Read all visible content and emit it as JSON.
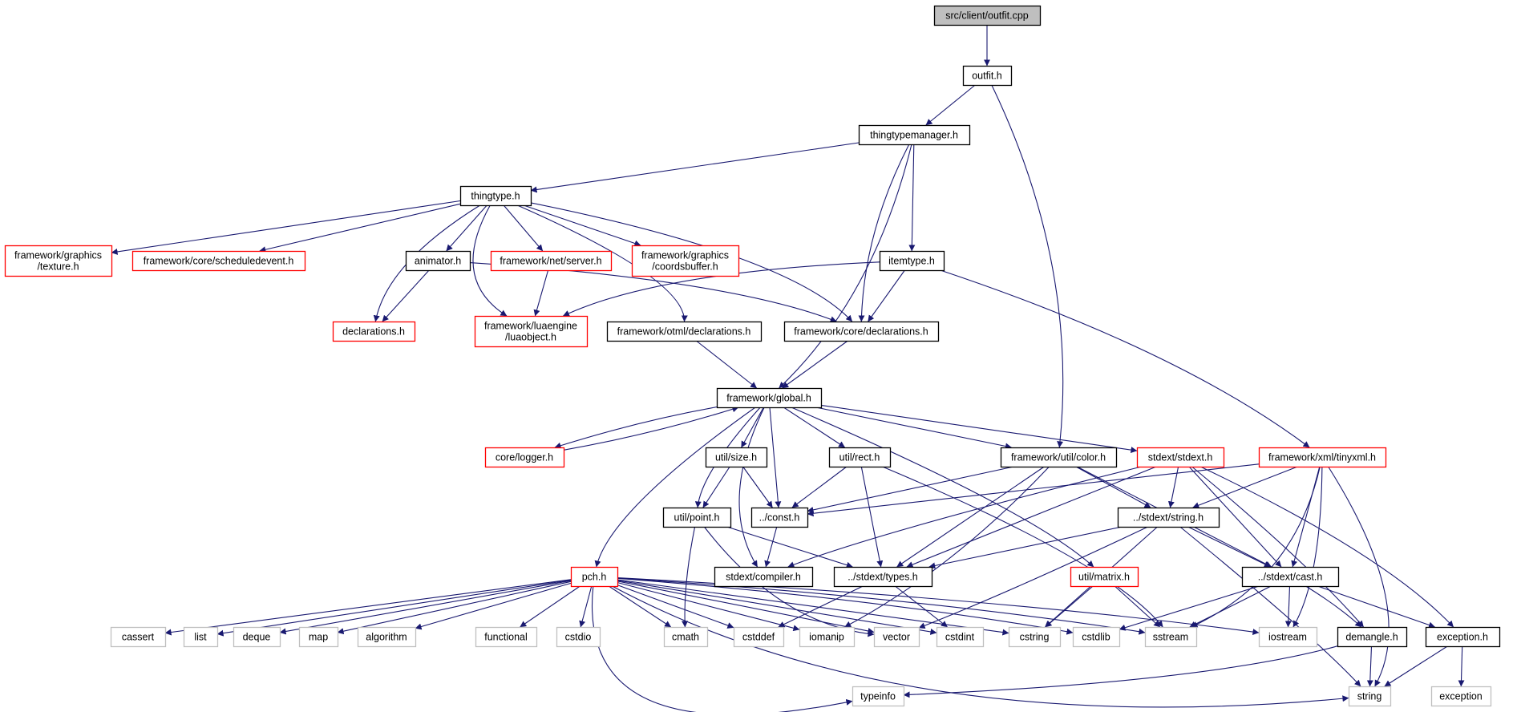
{
  "diagram": {
    "colors": {
      "edge": "#191970",
      "root_fill": "#bfbfbf",
      "normal_border": "#000000",
      "truncated_border": "#ff0000",
      "system_border": "#bfbfbf",
      "system_text": "#7f7f7f"
    },
    "nodes": [
      {
        "id": "outfit_cpp",
        "label": "src/client/outfit.cpp",
        "kind": "root"
      },
      {
        "id": "outfit_h",
        "label": "outfit.h",
        "kind": "normal"
      },
      {
        "id": "thingtypemanager_h",
        "label": "thingtypemanager.h",
        "kind": "normal"
      },
      {
        "id": "thingtype_h",
        "label": "thingtype.h",
        "kind": "normal"
      },
      {
        "id": "fw_graphics_texture",
        "label": "framework/graphics\n/texture.h",
        "kind": "truncated"
      },
      {
        "id": "fw_core_scheduledevent",
        "label": "framework/core/scheduledevent.h",
        "kind": "truncated"
      },
      {
        "id": "animator_h",
        "label": "animator.h",
        "kind": "normal"
      },
      {
        "id": "fw_net_server",
        "label": "framework/net/server.h",
        "kind": "truncated"
      },
      {
        "id": "fw_graphics_coordsbuffer",
        "label": "framework/graphics\n/coordsbuffer.h",
        "kind": "truncated"
      },
      {
        "id": "itemtype_h",
        "label": "itemtype.h",
        "kind": "normal"
      },
      {
        "id": "declarations_h",
        "label": "declarations.h",
        "kind": "truncated"
      },
      {
        "id": "fw_luaengine_luaobject",
        "label": "framework/luaengine\n/luaobject.h",
        "kind": "truncated"
      },
      {
        "id": "fw_otml_declarations",
        "label": "framework/otml/declarations.h",
        "kind": "normal"
      },
      {
        "id": "fw_core_declarations",
        "label": "framework/core/declarations.h",
        "kind": "normal"
      },
      {
        "id": "fw_global",
        "label": "framework/global.h",
        "kind": "normal"
      },
      {
        "id": "core_logger",
        "label": "core/logger.h",
        "kind": "truncated"
      },
      {
        "id": "util_size",
        "label": "util/size.h",
        "kind": "normal"
      },
      {
        "id": "util_rect",
        "label": "util/rect.h",
        "kind": "normal"
      },
      {
        "id": "fw_util_color",
        "label": "framework/util/color.h",
        "kind": "normal"
      },
      {
        "id": "stdext_stdext",
        "label": "stdext/stdext.h",
        "kind": "truncated"
      },
      {
        "id": "fw_xml_tinyxml",
        "label": "framework/xml/tinyxml.h",
        "kind": "truncated"
      },
      {
        "id": "util_point",
        "label": "util/point.h",
        "kind": "normal"
      },
      {
        "id": "const_h",
        "label": "../const.h",
        "kind": "normal"
      },
      {
        "id": "stdext_string",
        "label": "../stdext/string.h",
        "kind": "normal"
      },
      {
        "id": "pch_h",
        "label": "pch.h",
        "kind": "truncated"
      },
      {
        "id": "stdext_compiler",
        "label": "stdext/compiler.h",
        "kind": "normal"
      },
      {
        "id": "stdext_types",
        "label": "../stdext/types.h",
        "kind": "normal"
      },
      {
        "id": "util_matrix",
        "label": "util/matrix.h",
        "kind": "truncated"
      },
      {
        "id": "stdext_cast",
        "label": "../stdext/cast.h",
        "kind": "normal"
      },
      {
        "id": "cassert",
        "label": "cassert",
        "kind": "system"
      },
      {
        "id": "list",
        "label": "list",
        "kind": "system"
      },
      {
        "id": "deque",
        "label": "deque",
        "kind": "system"
      },
      {
        "id": "map",
        "label": "map",
        "kind": "system"
      },
      {
        "id": "algorithm",
        "label": "algorithm",
        "kind": "system"
      },
      {
        "id": "functional",
        "label": "functional",
        "kind": "system"
      },
      {
        "id": "cstdio",
        "label": "cstdio",
        "kind": "system"
      },
      {
        "id": "cmath",
        "label": "cmath",
        "kind": "system"
      },
      {
        "id": "cstddef",
        "label": "cstddef",
        "kind": "system"
      },
      {
        "id": "iomanip",
        "label": "iomanip",
        "kind": "system"
      },
      {
        "id": "vector",
        "label": "vector",
        "kind": "system"
      },
      {
        "id": "cstdint",
        "label": "cstdint",
        "kind": "system"
      },
      {
        "id": "cstring",
        "label": "cstring",
        "kind": "system"
      },
      {
        "id": "cstdlib",
        "label": "cstdlib",
        "kind": "system"
      },
      {
        "id": "sstream",
        "label": "sstream",
        "kind": "system"
      },
      {
        "id": "iostream",
        "label": "iostream",
        "kind": "system"
      },
      {
        "id": "demangle_h",
        "label": "demangle.h",
        "kind": "normal"
      },
      {
        "id": "exception_h",
        "label": "exception.h",
        "kind": "normal"
      },
      {
        "id": "typeinfo",
        "label": "typeinfo",
        "kind": "system"
      },
      {
        "id": "string",
        "label": "string",
        "kind": "system"
      },
      {
        "id": "exception",
        "label": "exception",
        "kind": "system"
      }
    ],
    "edges": [
      [
        "outfit_cpp",
        "outfit_h"
      ],
      [
        "outfit_h",
        "thingtypemanager_h"
      ],
      [
        "outfit_h",
        "fw_util_color"
      ],
      [
        "thingtypemanager_h",
        "thingtype_h"
      ],
      [
        "thingtypemanager_h",
        "itemtype_h"
      ],
      [
        "thingtypemanager_h",
        "fw_core_declarations"
      ],
      [
        "thingtypemanager_h",
        "fw_global"
      ],
      [
        "thingtype_h",
        "fw_graphics_texture"
      ],
      [
        "thingtype_h",
        "fw_core_scheduledevent"
      ],
      [
        "thingtype_h",
        "animator_h"
      ],
      [
        "thingtype_h",
        "fw_net_server"
      ],
      [
        "thingtype_h",
        "fw_graphics_coordsbuffer"
      ],
      [
        "thingtype_h",
        "declarations_h"
      ],
      [
        "thingtype_h",
        "fw_luaengine_luaobject"
      ],
      [
        "thingtype_h",
        "fw_otml_declarations"
      ],
      [
        "thingtype_h",
        "fw_core_declarations"
      ],
      [
        "animator_h",
        "declarations_h"
      ],
      [
        "animator_h",
        "fw_core_declarations"
      ],
      [
        "fw_net_server",
        "fw_luaengine_luaobject"
      ],
      [
        "itemtype_h",
        "fw_luaengine_luaobject"
      ],
      [
        "itemtype_h",
        "fw_core_declarations"
      ],
      [
        "itemtype_h",
        "fw_xml_tinyxml"
      ],
      [
        "fw_otml_declarations",
        "fw_global"
      ],
      [
        "fw_core_declarations",
        "fw_global"
      ],
      [
        "fw_global",
        "core_logger"
      ],
      [
        "core_logger",
        "fw_global"
      ],
      [
        "fw_global",
        "util_size"
      ],
      [
        "fw_global",
        "util_rect"
      ],
      [
        "fw_global",
        "fw_util_color"
      ],
      [
        "fw_global",
        "stdext_stdext"
      ],
      [
        "fw_global",
        "util_point"
      ],
      [
        "fw_global",
        "const_h"
      ],
      [
        "fw_global",
        "pch_h"
      ],
      [
        "fw_global",
        "stdext_compiler"
      ],
      [
        "fw_global",
        "util_matrix"
      ],
      [
        "util_size",
        "util_point"
      ],
      [
        "util_size",
        "const_h"
      ],
      [
        "util_rect",
        "const_h"
      ],
      [
        "util_rect",
        "stdext_types"
      ],
      [
        "util_rect",
        "sstream"
      ],
      [
        "fw_util_color",
        "const_h"
      ],
      [
        "fw_util_color",
        "stdext_string"
      ],
      [
        "fw_util_color",
        "stdext_types"
      ],
      [
        "fw_util_color",
        "stdext_cast"
      ],
      [
        "fw_util_color",
        "iomanip"
      ],
      [
        "stdext_stdext",
        "stdext_compiler"
      ],
      [
        "stdext_stdext",
        "stdext_string"
      ],
      [
        "stdext_stdext",
        "stdext_types"
      ],
      [
        "stdext_stdext",
        "stdext_cast"
      ],
      [
        "stdext_stdext",
        "demangle_h"
      ],
      [
        "stdext_stdext",
        "exception_h"
      ],
      [
        "fw_xml_tinyxml",
        "const_h"
      ],
      [
        "fw_xml_tinyxml",
        "stdext_string"
      ],
      [
        "fw_xml_tinyxml",
        "stdext_cast"
      ],
      [
        "fw_xml_tinyxml",
        "sstream"
      ],
      [
        "fw_xml_tinyxml",
        "iostream"
      ],
      [
        "fw_xml_tinyxml",
        "string"
      ],
      [
        "util_point",
        "stdext_types"
      ],
      [
        "util_point",
        "cmath"
      ],
      [
        "util_point",
        "vector"
      ],
      [
        "const_h",
        "stdext_compiler"
      ],
      [
        "stdext_string",
        "stdext_types"
      ],
      [
        "stdext_string",
        "stdext_cast"
      ],
      [
        "stdext_string",
        "cstring"
      ],
      [
        "stdext_string",
        "vector"
      ],
      [
        "stdext_string",
        "string"
      ],
      [
        "stdext_types",
        "cstddef"
      ],
      [
        "stdext_types",
        "cstdint"
      ],
      [
        "util_matrix",
        "cstring"
      ],
      [
        "util_matrix",
        "sstream"
      ],
      [
        "stdext_cast",
        "demangle_h"
      ],
      [
        "stdext_cast",
        "exception_h"
      ],
      [
        "stdext_cast",
        "cstdlib"
      ],
      [
        "stdext_cast",
        "sstream"
      ],
      [
        "stdext_cast",
        "iostream"
      ],
      [
        "pch_h",
        "cassert"
      ],
      [
        "pch_h",
        "list"
      ],
      [
        "pch_h",
        "deque"
      ],
      [
        "pch_h",
        "map"
      ],
      [
        "pch_h",
        "algorithm"
      ],
      [
        "pch_h",
        "functional"
      ],
      [
        "pch_h",
        "cstdio"
      ],
      [
        "pch_h",
        "cmath"
      ],
      [
        "pch_h",
        "cstddef"
      ],
      [
        "pch_h",
        "iomanip"
      ],
      [
        "pch_h",
        "vector"
      ],
      [
        "pch_h",
        "cstdint"
      ],
      [
        "pch_h",
        "cstring"
      ],
      [
        "pch_h",
        "cstdlib"
      ],
      [
        "pch_h",
        "sstream"
      ],
      [
        "pch_h",
        "iostream"
      ],
      [
        "pch_h",
        "typeinfo"
      ],
      [
        "pch_h",
        "string"
      ],
      [
        "demangle_h",
        "typeinfo"
      ],
      [
        "demangle_h",
        "string"
      ],
      [
        "exception_h",
        "string"
      ],
      [
        "exception_h",
        "exception"
      ]
    ]
  }
}
